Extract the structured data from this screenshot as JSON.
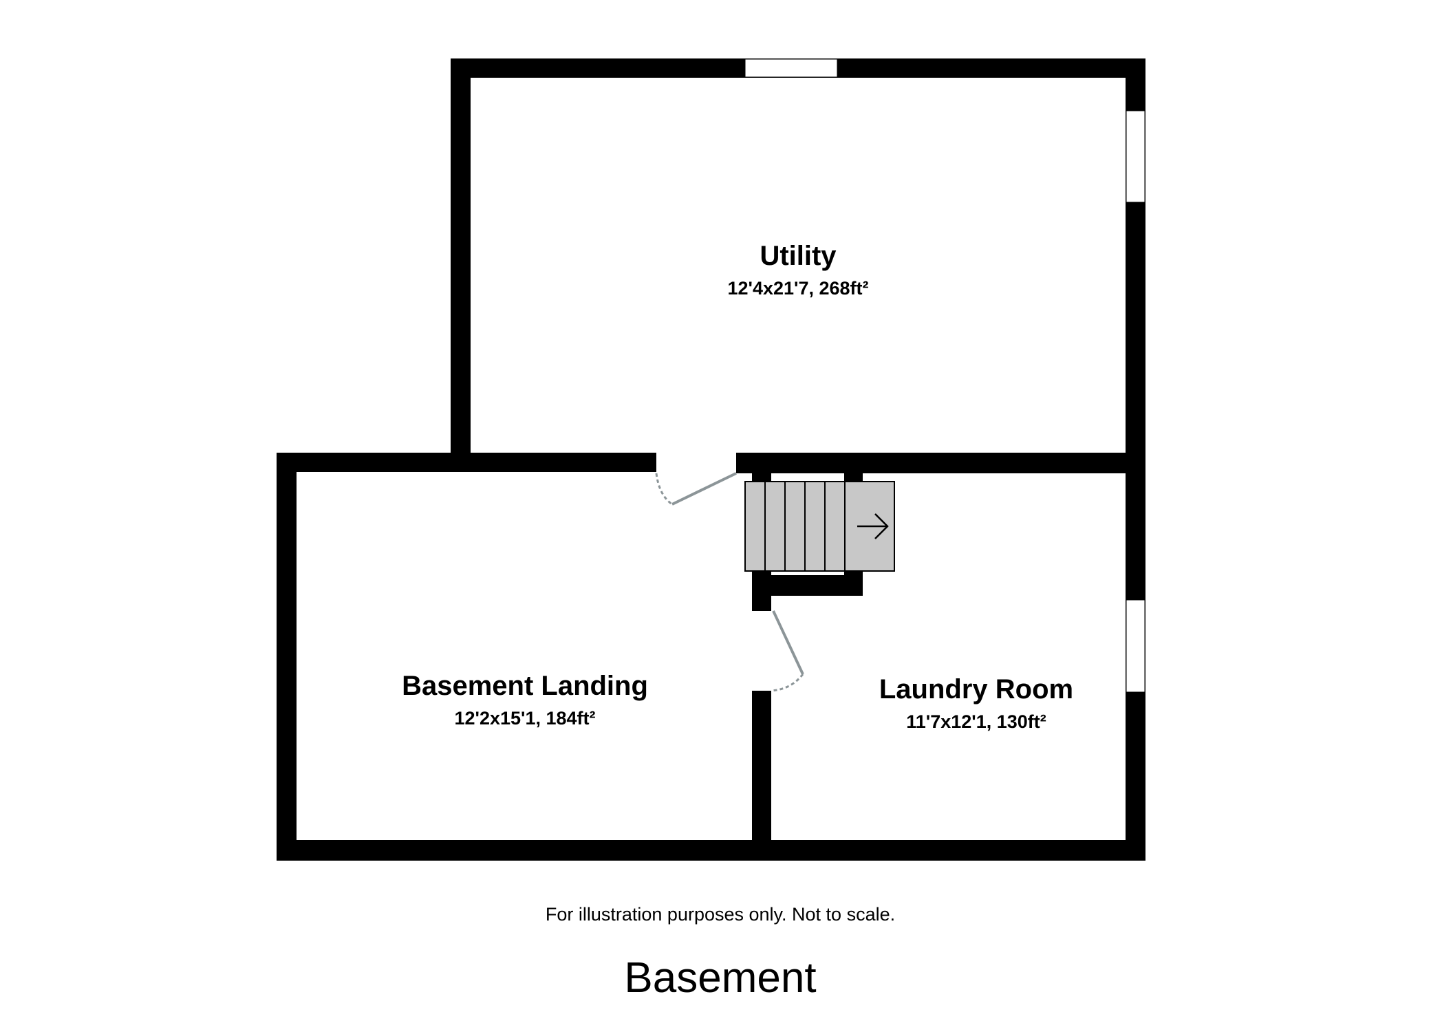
{
  "floor_name": "Basement",
  "disclaimer": "For illustration purposes only. Not to scale.",
  "rooms": [
    {
      "name": "Utility",
      "dimensions": "12'4x21'7, 268ft²"
    },
    {
      "name": "Basement Landing",
      "dimensions": "12'2x15'1, 184ft²"
    },
    {
      "name": "Laundry Room",
      "dimensions": "11'7x12'1, 130ft²"
    }
  ],
  "colors": {
    "wall": "#000000",
    "window": "#ffffff",
    "stair_fill": "#c8c8c8",
    "door_swing": "#8c9598",
    "background": "#ffffff"
  },
  "icons": {
    "stair_direction": "arrow-right-icon"
  }
}
